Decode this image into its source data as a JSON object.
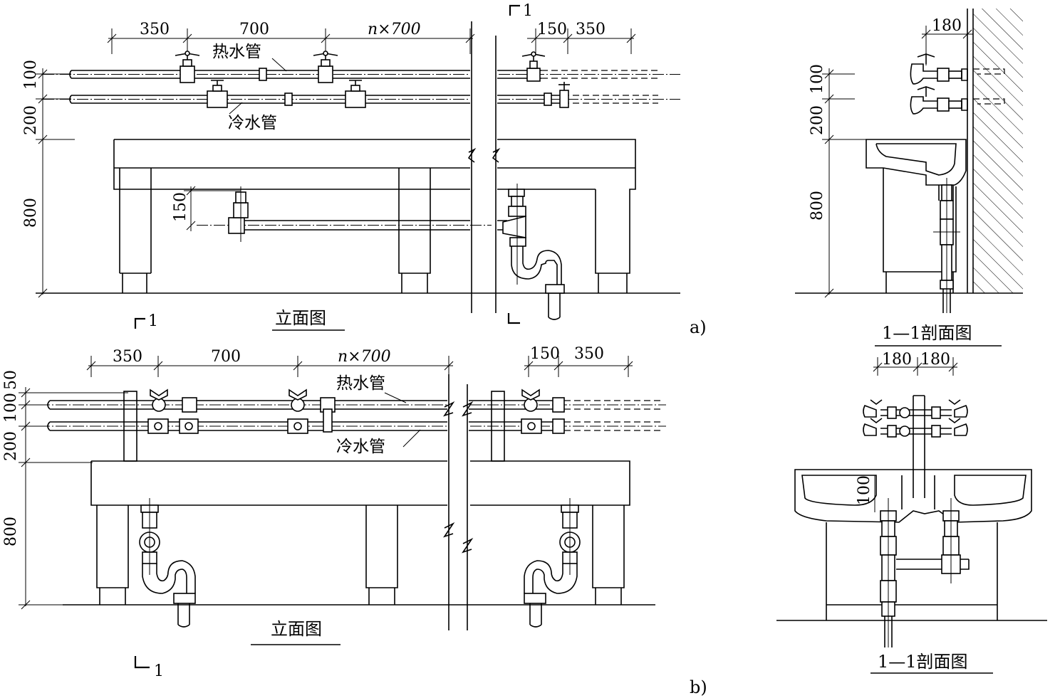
{
  "a": {
    "elevation": {
      "top_dims": [
        "350",
        "700",
        "n×700",
        "150",
        "350"
      ],
      "vertical_dims": [
        "100",
        "200",
        "800"
      ],
      "trap_dim": "150",
      "hot_pipe": "热水管",
      "cold_pipe": "冷水管",
      "title": "立面图",
      "section_mark": "1"
    },
    "section": {
      "top_dim": "180",
      "vertical_dims": [
        "100",
        "200",
        "800"
      ],
      "title": "1—1剖面图"
    },
    "panel_label": "a)"
  },
  "b": {
    "elevation": {
      "top_dims": [
        "350",
        "700",
        "n×700",
        "150",
        "350"
      ],
      "vertical_dims": [
        "50",
        "100",
        "200",
        "800"
      ],
      "hot_pipe": "热水管",
      "cold_pipe": "冷水管",
      "title": "立面图",
      "section_mark": "1"
    },
    "section": {
      "top_dims": [
        "180",
        "180"
      ],
      "inner_dim": "100",
      "title": "1—1剖面图"
    },
    "panel_label": "b)"
  }
}
